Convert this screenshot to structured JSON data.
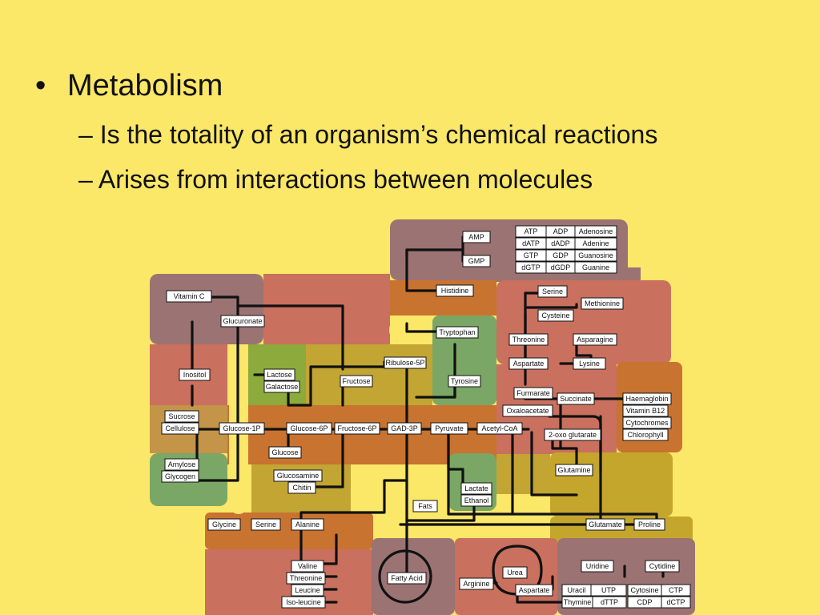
{
  "slide": {
    "heading": "Metabolism",
    "bullet_glyph": "•",
    "points": [
      "– Is the totality of an organism’s chemical reactions",
      "– Arises from interactions between molecules"
    ]
  },
  "diagram": {
    "colors": {
      "purple": "#9b7373",
      "salmon": "#c9705e",
      "orange": "#c8732f",
      "olive": "#c2a533",
      "green": "#7aa765",
      "lime": "#8daa3c",
      "tan": "#c49448",
      "mustard": "#c5a62d"
    },
    "nodes": {
      "vitamin_c": "Vitamin C",
      "glucuronate": "Glucuronate",
      "inositol": "Inositol",
      "lactose": "Lactose",
      "galactose": "Galactose",
      "fructose": "Fructose",
      "ribulose5p": "Ribulose-5P",
      "tryptophan": "Tryptophan",
      "tyrosine": "Tyrosine",
      "histidine": "Histidine",
      "amp": "AMP",
      "gmp": "GMP",
      "atp": "ATP",
      "adp": "ADP",
      "adenosine": "Adenosine",
      "datp": "dATP",
      "dadp": "dADP",
      "adenine": "Adenine",
      "gtp": "GTP",
      "gdp": "GDP",
      "guanosine": "Guanosine",
      "dgtp": "dGTP",
      "dgdp": "dGDP",
      "guanine": "Guanine",
      "serine_top": "Serine",
      "cysteine": "Cysteine",
      "methionine": "Methionine",
      "threonine_top": "Threonine",
      "asparagine": "Asparagine",
      "aspartate_top": "Aspartate",
      "lysine": "Lysine",
      "furmarate": "Furmarate",
      "succinate": "Succinate",
      "oxaloacetate": "Oxaloacetate",
      "haemaglobin": "Haemaglobin",
      "vitamin_b12": "Vitamin B12",
      "cytochromes": "Cytochromes",
      "chlorophyll": "Chlorophyll",
      "two_oxo": "2-oxo glutarate",
      "sucrose": "Sucrose",
      "cellulose": "Cellulose",
      "glucose1p": "Glucose-1P",
      "glucose6p": "Glucose-6P",
      "fructose6p": "Fructose-6P",
      "gad3p": "GAD-3P",
      "pyruvate": "Pyruvate",
      "acetylcoa": "Acetyl-CoA",
      "glucose": "Glucose",
      "amylose": "Amylose",
      "glycogen": "Glycogen",
      "glucosamine": "Glucosamine",
      "chitin": "Chitin",
      "lactate": "Lactate",
      "ethanol": "Ethanol",
      "fats": "Fats",
      "glutamine": "Glutamine",
      "glycine": "Glycine",
      "serine_bottom": "Serine",
      "alanine": "Alanine",
      "glutamate": "Glutamate",
      "proline": "Proline",
      "valine": "Valine",
      "threonine_bottom": "Threonine",
      "leucine": "Leucine",
      "isoleucine": "Iso-leucine",
      "fatty_acid": "Fatty Acid",
      "arginine": "Arginine",
      "urea": "Urea",
      "aspartate_bottom": "Aspartate",
      "uridine": "Uridine",
      "cytidine": "Cytidine",
      "uracil": "Uracil",
      "utp": "UTP",
      "cytosine": "Cytosine",
      "ctp": "CTP",
      "thymine": "Thymine",
      "dttp": "dTTP",
      "cdp": "CDP",
      "dctp": "dCTP"
    }
  }
}
